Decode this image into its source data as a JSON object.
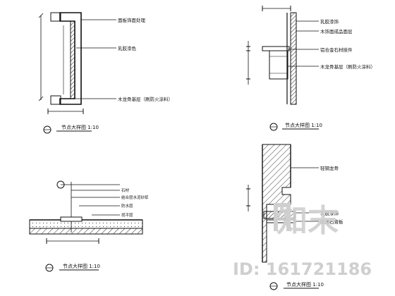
{
  "drawings": {
    "top_left": {
      "callouts": [
        "面板饰面处理",
        "乳胶漆色",
        "木龙骨基层（刷防火涂料）"
      ],
      "caption": "节点大样图  1:10"
    },
    "top_right": {
      "callouts": [
        "乳胶漆饰",
        "木饰面成品面层",
        "铝合金石材挂件",
        "木龙骨基层（刷防火涂料）"
      ],
      "caption": "节点大样图  1:10"
    },
    "bottom_left": {
      "callouts": [
        "石材",
        "结合层水泥砂浆",
        "防水层",
        "找平层"
      ],
      "caption": "节点大样图  1:10"
    },
    "bottom_right": {
      "callouts": [
        "轻钢龙骨",
        "乳胶漆饰",
        "纸面石膏板"
      ],
      "caption": "节点大样图  1:10"
    }
  },
  "watermark": {
    "logo_text": "知末",
    "id_text": "ID: 161721186"
  },
  "colors": {
    "line": "#111111",
    "watermark": "#cfcfcf"
  }
}
